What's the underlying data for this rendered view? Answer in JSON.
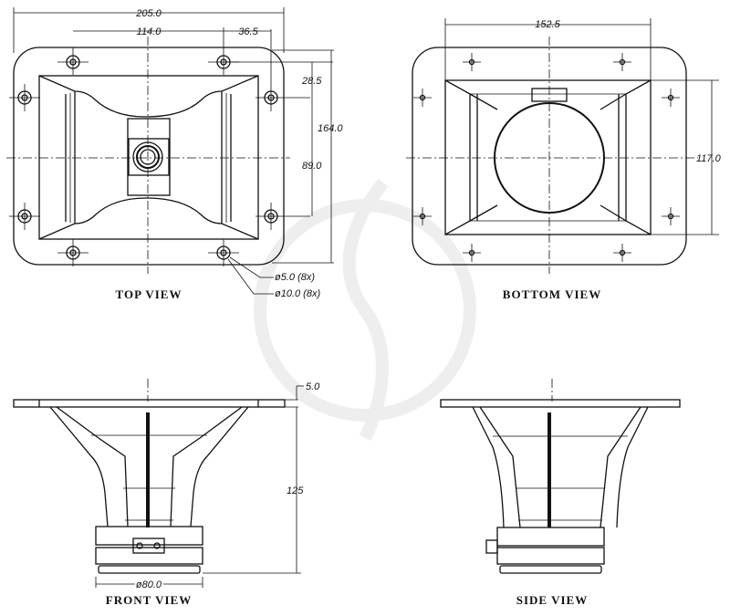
{
  "views": {
    "top": "TOP VIEW",
    "bottom": "BOTTOM VIEW",
    "front": "FRONT VIEW",
    "side": "SIDE VIEW"
  },
  "dimensions": {
    "top_width": "205.0",
    "top_hole_span": "114.0",
    "top_hole_offset": "36.5",
    "top_height": "164.0",
    "top_hole_v_offset": "28.5",
    "top_hole_v_span": "89.0",
    "hole_small": "ø5.0  (8x)",
    "hole_large": "ø10.0  (8x)",
    "bottom_width": "152.5",
    "bottom_height": "117.0",
    "flange_thickness": "5.0",
    "depth": "125",
    "driver_diameter": "ø80.0"
  },
  "watermark": "treble-clef-logo"
}
